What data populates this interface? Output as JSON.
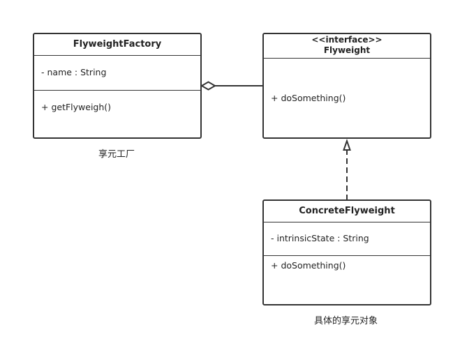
{
  "classes": {
    "factory": {
      "name": "FlyweightFactory",
      "attributes": [
        "- name : String"
      ],
      "methods": [
        "+ getFlyweigh()"
      ]
    },
    "flyweight": {
      "stereotype": "<<interface>>",
      "name": "Flyweight",
      "methods": [
        "+ doSomething()"
      ]
    },
    "concrete": {
      "name": "ConcreteFlyweight",
      "attributes": [
        "- intrinsicState : String"
      ],
      "methods": [
        "+ doSomething()"
      ]
    }
  },
  "captions": {
    "factory": "享元工厂",
    "concrete": "具体的享元对象"
  },
  "colors": {
    "stroke": "#333333",
    "background": "#ffffff"
  }
}
